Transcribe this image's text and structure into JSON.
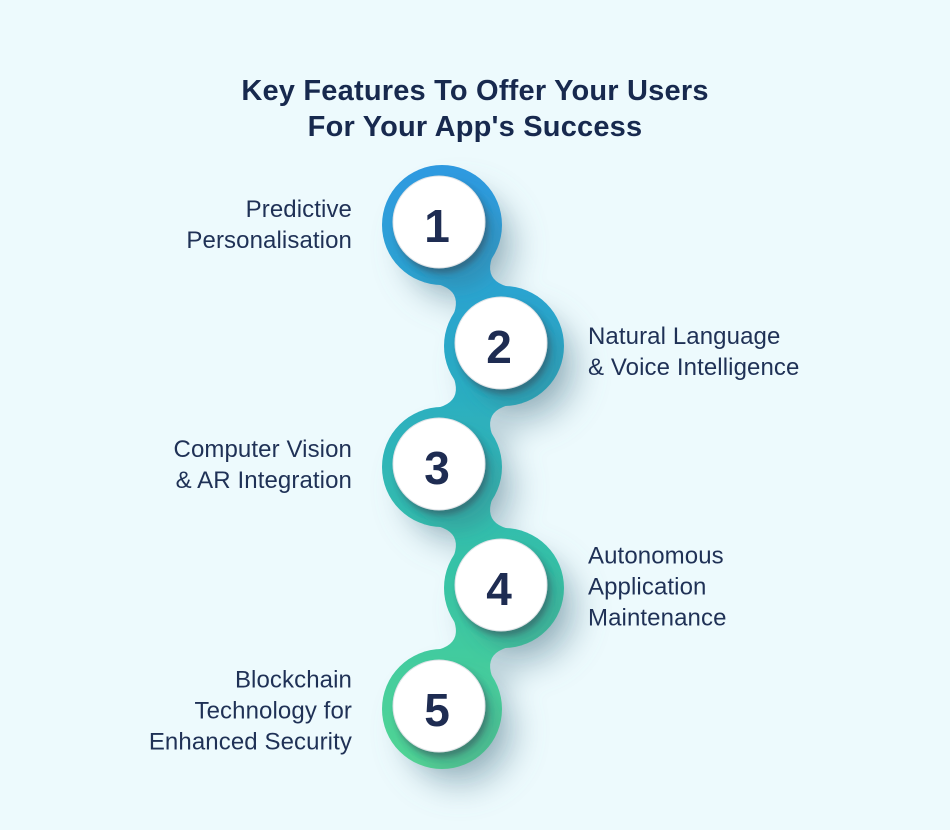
{
  "infographic": {
    "title_line1": "Key Features To Offer Your Users",
    "title_line2": "For Your App's Success",
    "steps": [
      {
        "number": "1",
        "label": "Predictive\nPersonalisation",
        "side": "left"
      },
      {
        "number": "2",
        "label": "Natural Language\n& Voice Intelligence",
        "side": "right"
      },
      {
        "number": "3",
        "label": "Computer Vision\n& AR Integration",
        "side": "left"
      },
      {
        "number": "4",
        "label": "Autonomous\nApplication\nMaintenance",
        "side": "right"
      },
      {
        "number": "5",
        "label": "Blockchain\nTechnology for\nEnhanced Security",
        "side": "left"
      }
    ],
    "colors": {
      "background": "#edfafd",
      "title_text": "#17294e",
      "label_text": "#1f3156",
      "number_text": "#1e2c52",
      "chain_top_blue": "#2f99e1",
      "chain_cyan": "#2aaac6",
      "chain_teal": "#35c2a7",
      "chain_bottom_green": "#53d794"
    }
  }
}
